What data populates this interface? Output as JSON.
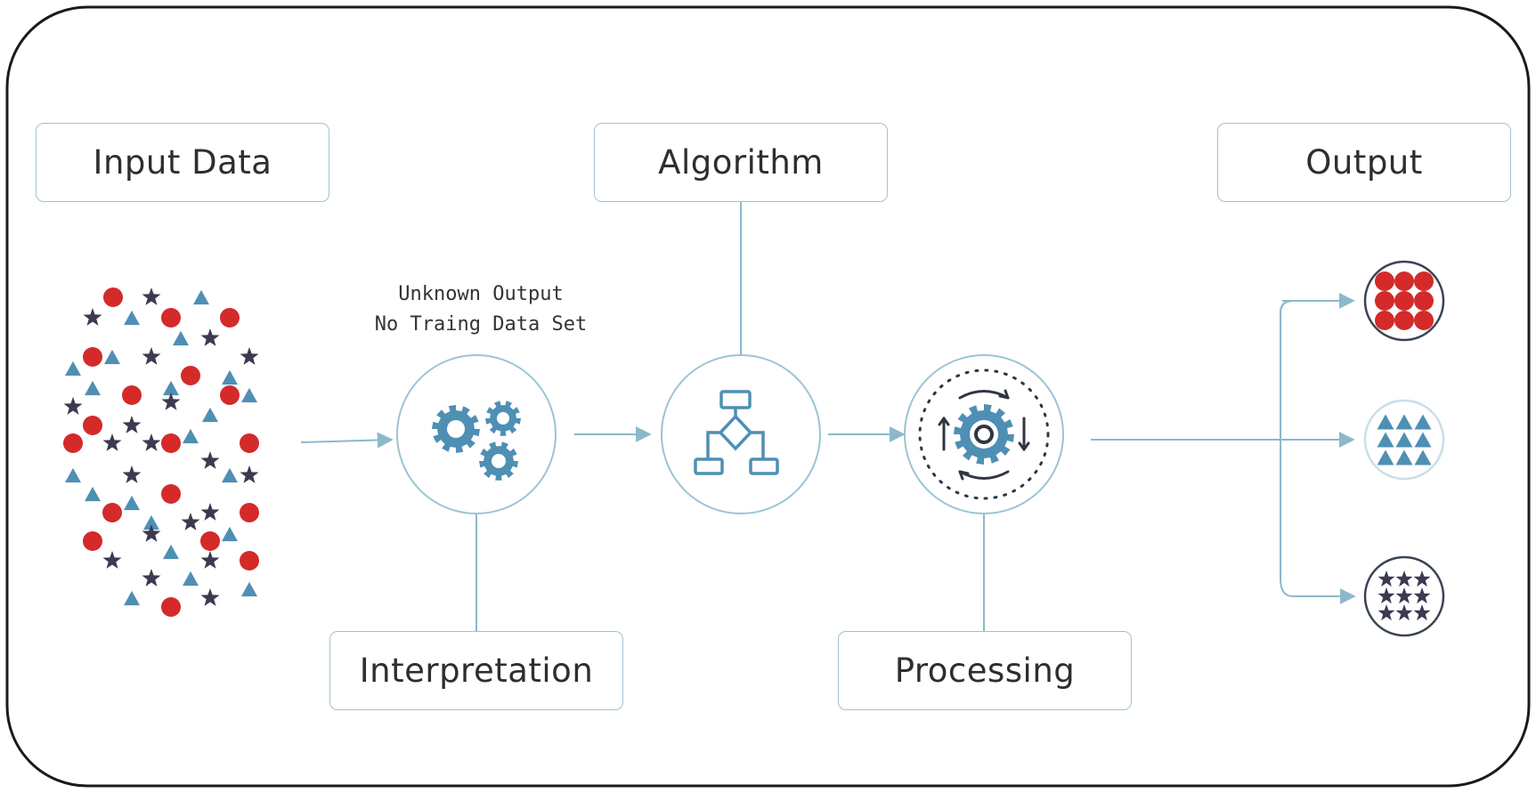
{
  "labels": {
    "input": "Input Data",
    "algorithm": "Algorithm",
    "output": "Output",
    "interpretation": "Interpretation",
    "processing": "Processing"
  },
  "annotation": {
    "line1": "Unknown Output",
    "line2": "No Traing Data Set"
  },
  "icons": {
    "interpretation_node": "gears-icon",
    "algorithm_node": "flowchart-icon",
    "processing_node": "gear-cycle-icon",
    "cluster_circles": "circle-cluster-icon",
    "cluster_triangles": "triangle-cluster-icon",
    "cluster_stars": "star-cluster-icon"
  },
  "colors": {
    "circle": "#d42a2a",
    "triangle": "#4f8fb4",
    "star": "#3c3950",
    "connector": "#8db8cb",
    "icon_blue": "#4f8fb4",
    "frame": "#1a1a1a"
  }
}
